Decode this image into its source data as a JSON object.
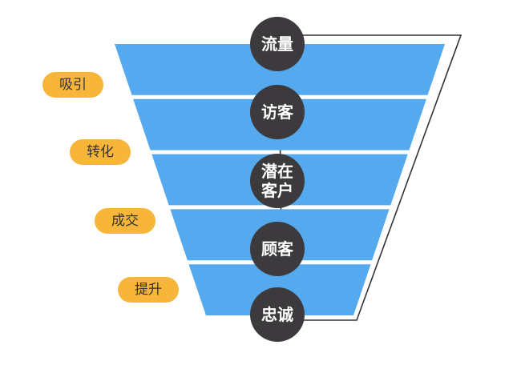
{
  "colors": {
    "band": "#55A9EE",
    "outline": "#333333",
    "circle": "#3C3A3D",
    "circle_text": "#ffffff",
    "pill": "#F7B53A",
    "pill_text": "#333333"
  },
  "funnel": {
    "stages": [
      {
        "lines": [
          "流量"
        ]
      },
      {
        "lines": [
          "访客"
        ]
      },
      {
        "lines": [
          "潜在",
          "客户"
        ]
      },
      {
        "lines": [
          "顾客"
        ]
      },
      {
        "lines": [
          "忠诚"
        ]
      }
    ],
    "transitions": [
      "吸引",
      "转化",
      "成交",
      "提升"
    ]
  }
}
